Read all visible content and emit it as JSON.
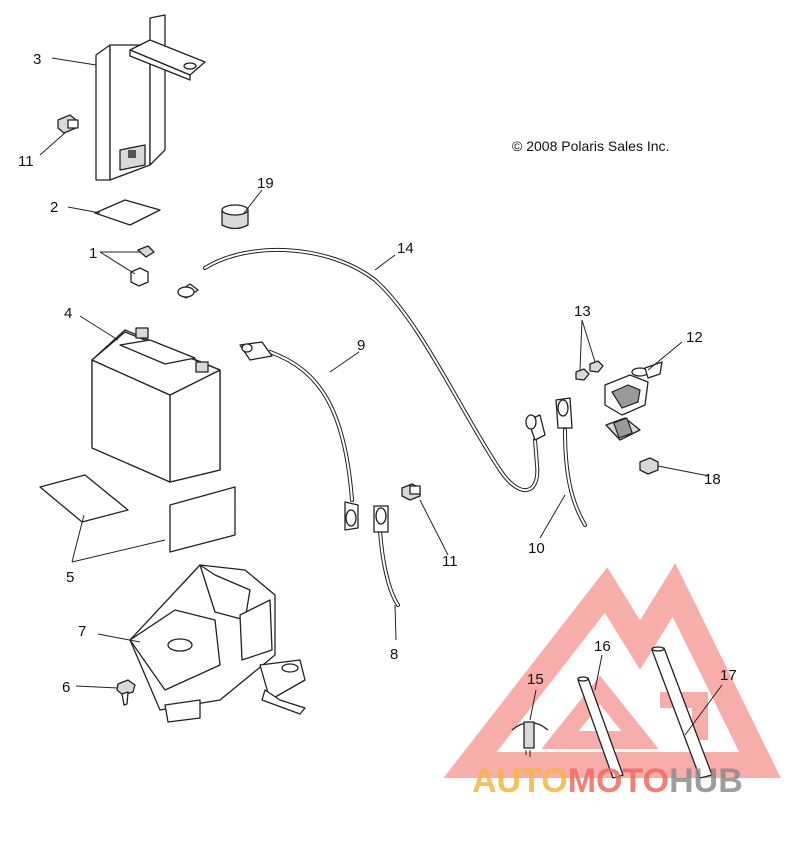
{
  "copyright": "© 2008 Polaris Sales Inc.",
  "callouts": [
    {
      "id": "c1",
      "label": "1"
    },
    {
      "id": "c2",
      "label": "2"
    },
    {
      "id": "c3",
      "label": "3"
    },
    {
      "id": "c4",
      "label": "4"
    },
    {
      "id": "c5",
      "label": "5"
    },
    {
      "id": "c6",
      "label": "6"
    },
    {
      "id": "c7",
      "label": "7"
    },
    {
      "id": "c8",
      "label": "8"
    },
    {
      "id": "c9",
      "label": "9"
    },
    {
      "id": "c10",
      "label": "10"
    },
    {
      "id": "c11a",
      "label": "11"
    },
    {
      "id": "c11b",
      "label": "11"
    },
    {
      "id": "c12",
      "label": "12"
    },
    {
      "id": "c13",
      "label": "13"
    },
    {
      "id": "c14",
      "label": "14"
    },
    {
      "id": "c15",
      "label": "15"
    },
    {
      "id": "c16",
      "label": "16"
    },
    {
      "id": "c17",
      "label": "17"
    },
    {
      "id": "c18",
      "label": "18"
    },
    {
      "id": "c19",
      "label": "19"
    }
  ],
  "watermark": {
    "part1": "AUTO",
    "part2": "MOTO",
    "part3": "HUB",
    "colors": {
      "auto": "#f5b642",
      "moto": "#ef6b5f",
      "hub": "#8c8c8c",
      "logo": "#f26b63"
    }
  }
}
